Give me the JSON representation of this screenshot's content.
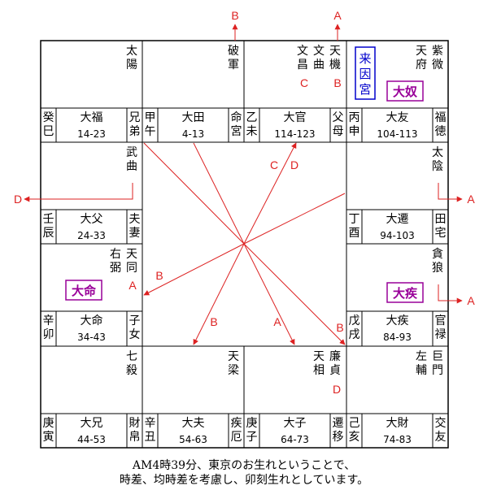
{
  "caption": {
    "line1": "AM4時39分、東京のお生れということで、",
    "line2": "時差、均時差を考慮し、卯刻生れとしています。"
  },
  "colors": {
    "arrow": "#dd2222",
    "purple": "#990099",
    "blue": "#0000cc",
    "grid": "#000000"
  },
  "palaces": [
    {
      "id": "si",
      "stem": "癸",
      "branch": "巳",
      "palace": "兄弟",
      "major": "大福",
      "range": "14-23",
      "stars": [
        "太陽"
      ]
    },
    {
      "id": "wu",
      "stem": "甲",
      "branch": "午",
      "palace": "命宮",
      "major": "大田",
      "range": "4-13",
      "stars": [
        "破軍"
      ]
    },
    {
      "id": "wei",
      "stem": "乙",
      "branch": "未",
      "palace": "父母",
      "major": "大官",
      "range": "114-123",
      "stars": [
        "天機",
        "文曲",
        "文昌"
      ]
    },
    {
      "id": "shen",
      "stem": "丙",
      "branch": "申",
      "palace": "福徳",
      "major": "大友",
      "range": "104-113",
      "stars": [
        "紫微",
        "天府"
      ]
    },
    {
      "id": "you",
      "stem": "丁",
      "branch": "酉",
      "palace": "田宅",
      "major": "大遷",
      "range": "94-103",
      "stars": [
        "太陰"
      ]
    },
    {
      "id": "xu",
      "stem": "戊",
      "branch": "戌",
      "palace": "官禄",
      "major": "大疾",
      "range": "84-93",
      "stars": [
        "貪狼"
      ]
    },
    {
      "id": "hai",
      "stem": "己",
      "branch": "亥",
      "palace": "交友",
      "major": "大財",
      "range": "74-83",
      "stars": [
        "巨門",
        "左輔"
      ]
    },
    {
      "id": "zi",
      "stem": "庚",
      "branch": "子",
      "palace": "遷移",
      "major": "大子",
      "range": "64-73",
      "stars": [
        "廉貞",
        "天相"
      ]
    },
    {
      "id": "chou",
      "stem": "辛",
      "branch": "丑",
      "palace": "疾厄",
      "major": "大夫",
      "range": "54-63",
      "stars": [
        "天梁"
      ]
    },
    {
      "id": "yin",
      "stem": "庚",
      "branch": "寅",
      "palace": "財帛",
      "major": "大兄",
      "range": "44-53",
      "stars": [
        "七殺"
      ]
    },
    {
      "id": "mao",
      "stem": "辛",
      "branch": "卯",
      "palace": "子女",
      "major": "大命",
      "range": "34-43",
      "stars": [
        "天同",
        "右弼"
      ]
    },
    {
      "id": "chen",
      "stem": "壬",
      "branch": "辰",
      "palace": "夫妻",
      "major": "大父",
      "range": "24-33",
      "stars": [
        "武曲"
      ]
    }
  ],
  "markers": {
    "top_b": "B",
    "top_a": "A",
    "right_a1": "A",
    "right_a2": "A",
    "left_d": "D",
    "wei_huaji": "B",
    "wei_huake": "C",
    "zi_huaji": "D",
    "mao_hua": "A",
    "center_c": "C",
    "center_d": "D",
    "center_b1": "B",
    "center_b2": "B",
    "center_a": "A",
    "center_b3": "B"
  },
  "badges": {
    "laiyin": "来因宮",
    "danu": "大奴",
    "daming": "大命",
    "daji": "大疾"
  }
}
